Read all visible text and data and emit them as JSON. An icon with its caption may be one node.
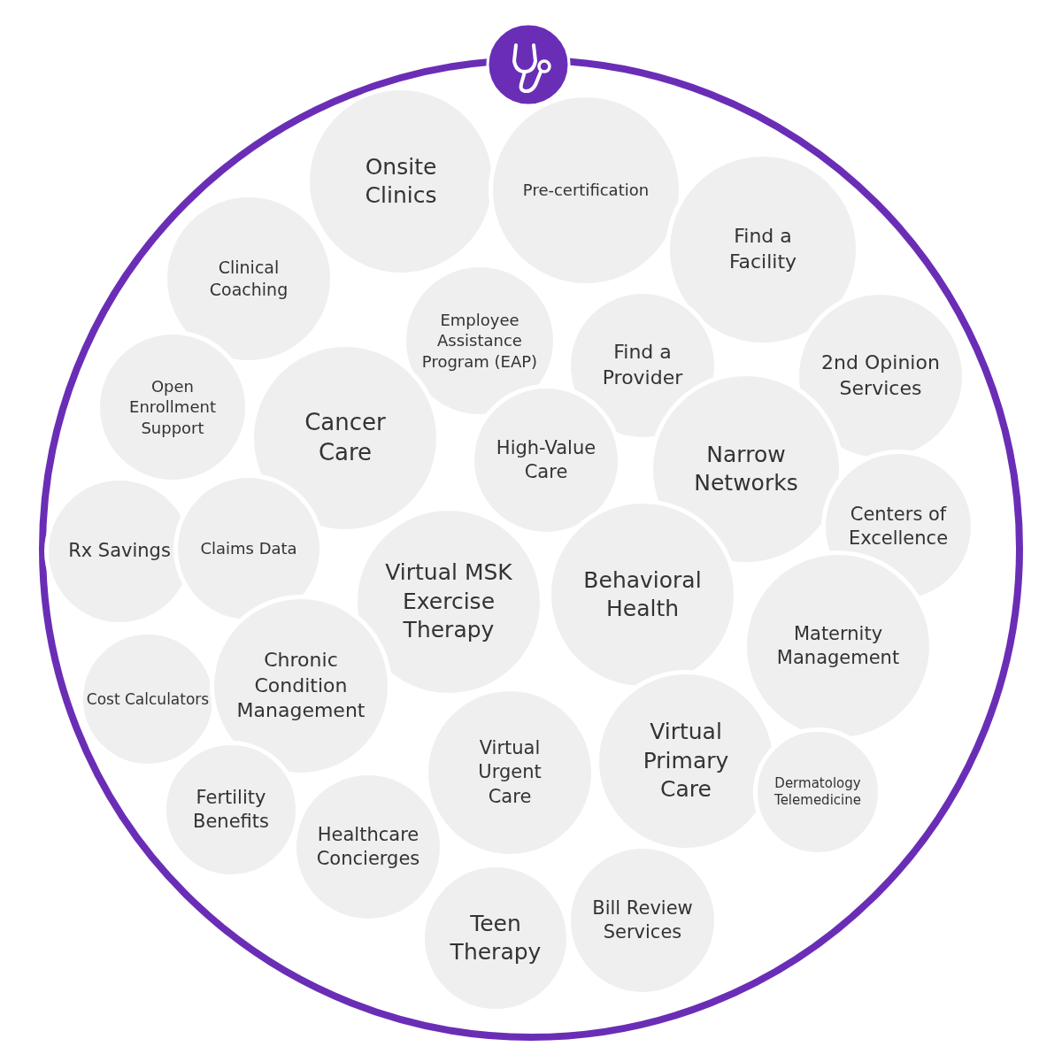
{
  "diagram": {
    "nodes": [
      {
        "text": [],
        "shape": "circle"
      },
      {
        "text": [
          "Onsite Clinics"
        ],
        "in": 0
      },
      {
        "text": [
          "Pre-certification"
        ],
        "in": 0
      },
      {
        "text": [
          "Clinical Coaching"
        ],
        "in": 0
      },
      {
        "text": [
          "Find a Facility"
        ],
        "in": 0
      },
      {
        "text": [
          "Employee Assistance Program (EAP)"
        ],
        "in": 0
      },
      {
        "text": [
          "Find a Provider"
        ],
        "in": 0
      },
      {
        "text": [
          "Open Enrollment Support"
        ],
        "in": 0
      },
      {
        "text": [
          "Cancer Care"
        ],
        "in": 0
      },
      {
        "text": [
          "2nd Opinion Services"
        ],
        "in": 0
      },
      {
        "text": [
          "High-Value Care"
        ],
        "in": 0
      },
      {
        "text": [
          "Narrow Networks"
        ],
        "in": 0
      },
      {
        "text": [
          "Rx Savings"
        ],
        "in": 0
      },
      {
        "text": [
          "Claims Data"
        ],
        "in": 0
      },
      {
        "text": [
          "Centers of Excellence"
        ],
        "in": 0
      },
      {
        "text": [
          "Virtual MSK Exercise Therapy"
        ],
        "in": 0
      },
      {
        "text": [
          "Behavioral Health"
        ],
        "in": 0
      },
      {
        "text": [
          "Maternity Management"
        ],
        "in": 0
      },
      {
        "text": [
          "Cost Calculators"
        ],
        "in": 0
      },
      {
        "text": [
          "Chronic Condition Management"
        ],
        "in": 0
      },
      {
        "text": [
          "Virtual Urgent Care"
        ],
        "in": 0
      },
      {
        "text": [
          "Virtual Primary Care"
        ],
        "in": 0
      },
      {
        "text": [
          "Fertility Benefits"
        ],
        "in": 0
      },
      {
        "text": [
          "Dermatology Telemedicine"
        ],
        "in": 0
      },
      {
        "text": [
          "Healthcare Concierges"
        ],
        "in": 0
      },
      {
        "text": [
          "Teen Therapy"
        ],
        "in": 0
      },
      {
        "text": [
          "Bill Review Services"
        ],
        "in": 0
      }
    ]
  }
}
